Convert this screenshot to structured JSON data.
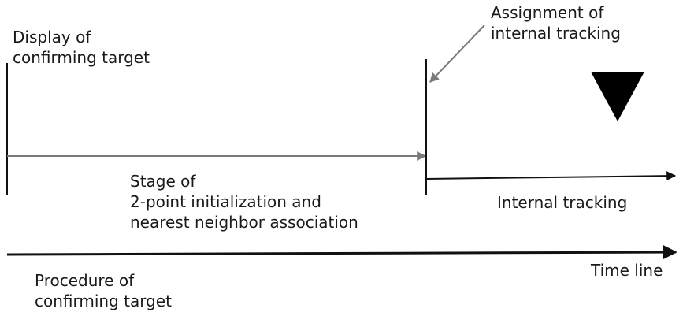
{
  "labels": {
    "display_of_confirming_target": [
      "Display of",
      "confirming target"
    ],
    "assignment_of_internal_tracking": [
      "Assignment of",
      "internal tracking"
    ],
    "stage": [
      "Stage of",
      "2-point initialization and",
      "nearest neighbor association"
    ],
    "internal_tracking": "Internal tracking",
    "time_line": "Time line",
    "procedure_of_confirming_target": [
      "Procedure of",
      "confirming target"
    ]
  },
  "colors": {
    "line_dark": "#111111",
    "line_gray": "#7a7a7a",
    "marker": "#000000"
  },
  "icons": {
    "marker": "down-triangle-marker"
  }
}
